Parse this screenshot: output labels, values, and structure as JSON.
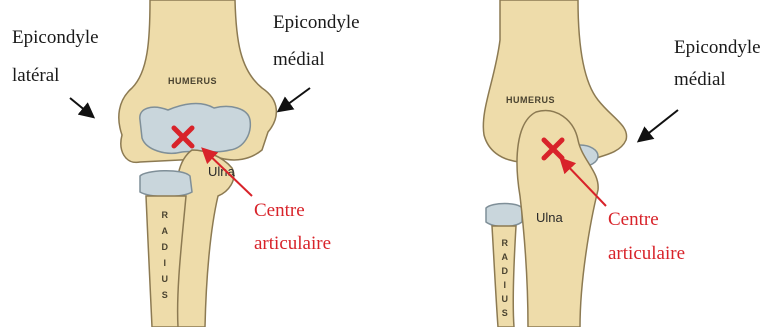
{
  "left_panel": {
    "label_lateral_line1": "Epicondyle",
    "label_lateral_line2": "latéral",
    "label_medial_line1": "Epicondyle",
    "label_medial_line2": "médial",
    "bone_humerus": "HUMERUS",
    "bone_ulna": "Ulna",
    "bone_radius_letters": [
      "R",
      "A",
      "D",
      "I",
      "U",
      "S"
    ],
    "centre_line1": "Centre",
    "centre_line2": "articulaire"
  },
  "right_panel": {
    "label_medial_line1": "Epicondyle",
    "label_medial_line2": "médial",
    "bone_humerus": "HUMERUS",
    "bone_ulna": "Ulna",
    "bone_radius_letters": [
      "R",
      "A",
      "D",
      "I",
      "U",
      "S"
    ],
    "centre_line1": "Centre",
    "centre_line2": "articulaire"
  },
  "colors": {
    "bone": "#eedcaa",
    "bone_outline": "#8c7a52",
    "cartilage": "#c9d6dc",
    "marker": "#d8232a",
    "arrow": "#111111"
  }
}
